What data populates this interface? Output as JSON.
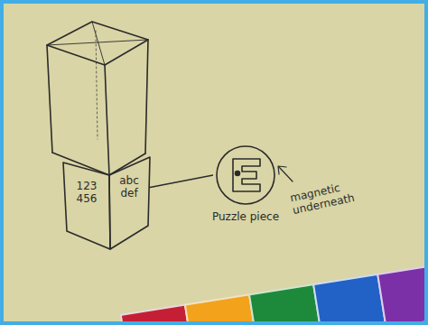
{
  "diagram": {
    "nodes": [
      {
        "text": [
          "123 456"
        ]
      },
      {
        "text": [
          "abc def"
        ]
      },
      {
        "text": [
          "Puzzle piece"
        ]
      }
    ],
    "edges": [
      {
        "from": 1,
        "to": 2,
        "arrow": "none"
      }
    ],
    "labels": [
      "magnetic underneath"
    ]
  }
}
